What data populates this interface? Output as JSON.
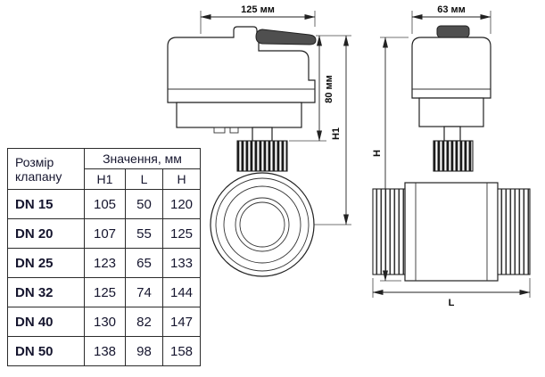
{
  "table": {
    "size_header": "Розмір клапану",
    "values_header": "Значення, мм",
    "columns": [
      "H1",
      "L",
      "H"
    ],
    "rows": [
      {
        "size": "DN 15",
        "H1": "105",
        "L": "50",
        "H": "120"
      },
      {
        "size": "DN 20",
        "H1": "107",
        "L": "55",
        "H": "125"
      },
      {
        "size": "DN 25",
        "H1": "123",
        "L": "65",
        "H": "133"
      },
      {
        "size": "DN 32",
        "H1": "125",
        "L": "74",
        "H": "144"
      },
      {
        "size": "DN 40",
        "H1": "130",
        "L": "82",
        "H": "147"
      },
      {
        "size": "DN 50",
        "H1": "138",
        "L": "98",
        "H": "158"
      }
    ]
  },
  "front_view": {
    "width_dim": "125 мм",
    "actuator_height_dim": "80 мм",
    "h1_dim": "H1"
  },
  "side_view": {
    "width_dim": "63 мм",
    "h_dim": "H",
    "l_dim": "L"
  },
  "colors": {
    "line": "#222222",
    "text": "#15152e",
    "handle_fill": "#4f4f4f"
  }
}
